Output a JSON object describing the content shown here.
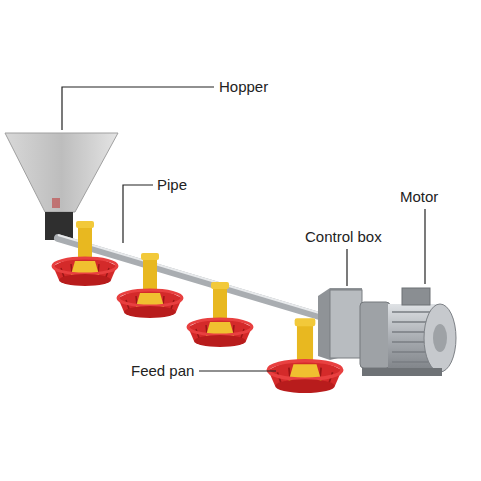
{
  "diagram": {
    "labels": [
      "Hopper",
      "Pipe",
      "Motor",
      "Control box",
      "Feed pan"
    ]
  }
}
